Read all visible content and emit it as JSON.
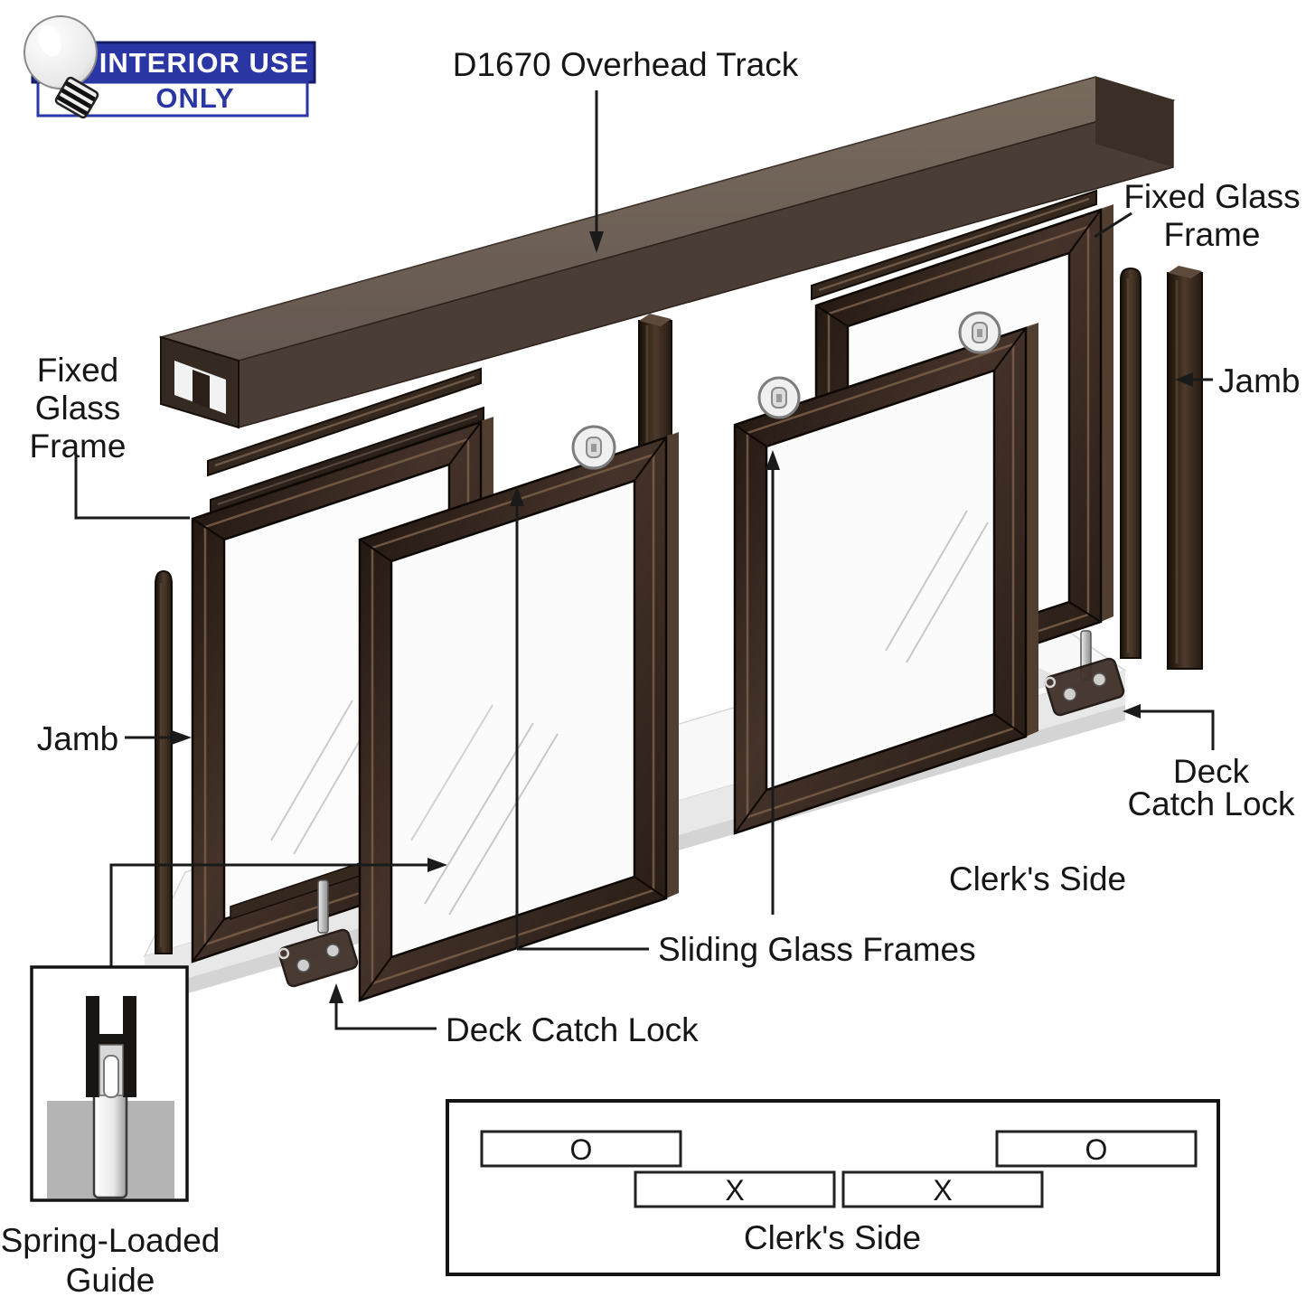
{
  "badge": {
    "top_text": "INTERIOR USE",
    "bottom_text": "ONLY",
    "icon": "lightbulb-icon",
    "blue": "#2b36a5"
  },
  "labels": {
    "overhead_track": "D1670 Overhead Track",
    "fixed_glass_frame_left_1": "Fixed",
    "fixed_glass_frame_left_2": "Glass",
    "fixed_glass_frame_left_3": "Frame",
    "fixed_glass_frame_right_1": "Fixed Glass",
    "fixed_glass_frame_right_2": "Frame",
    "jamb_left": "Jamb",
    "jamb_right": "Jamb",
    "deck_catch_lock_right_1": "Deck",
    "deck_catch_lock_right_2": "Catch Lock",
    "deck_catch_lock_bottom": "Deck Catch Lock",
    "sliding_glass_frames": "Sliding Glass Frames",
    "clerks_side_main": "Clerk's Side",
    "spring_loaded_guide_1": "Spring-Loaded",
    "spring_loaded_guide_2": "Guide"
  },
  "schematic": {
    "caption": "Clerk's Side",
    "panels": [
      {
        "mark": "O",
        "position": "outer-left"
      },
      {
        "mark": "X",
        "position": "center-left"
      },
      {
        "mark": "X",
        "position": "center-right"
      },
      {
        "mark": "O",
        "position": "outer-right"
      }
    ]
  },
  "colors": {
    "badge_blue": "#2b36a5",
    "frame_bronze": "#3a2c22",
    "track_brown": "#6e6157",
    "deck_white": "#f8f8f8",
    "glass": "#fbfbfb",
    "line": "#1a1a1a"
  }
}
